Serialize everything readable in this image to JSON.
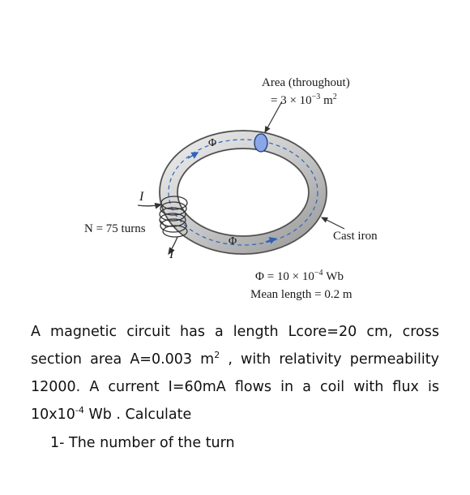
{
  "figure": {
    "area_label_line1": "Area (throughout)",
    "area_label_line2": "= 3 × 10",
    "area_exp": "−3",
    "area_unit": " m",
    "area_unit_exp": "2",
    "current_label": "I",
    "turns_label": "N = 75 turns",
    "flux_symbol": "Φ",
    "material_label": "Cast iron",
    "flux_value": "Φ = 10 × 10",
    "flux_exp": "−4",
    "flux_unit": " Wb",
    "mean_length": "Mean length = 0.2 m"
  },
  "question": {
    "text_a": "A magnetic circuit  has a length Lcore=20 cm, cross section area A=0.003 m",
    "text_a_sup": "2",
    "text_b": " , with  relativity permeability 12000. A current I=60mA flows in a coil with flux is 10x10",
    "text_b_sup": "-4",
    "text_c": " Wb . Calculate",
    "item1": "1- The number of the turn"
  }
}
